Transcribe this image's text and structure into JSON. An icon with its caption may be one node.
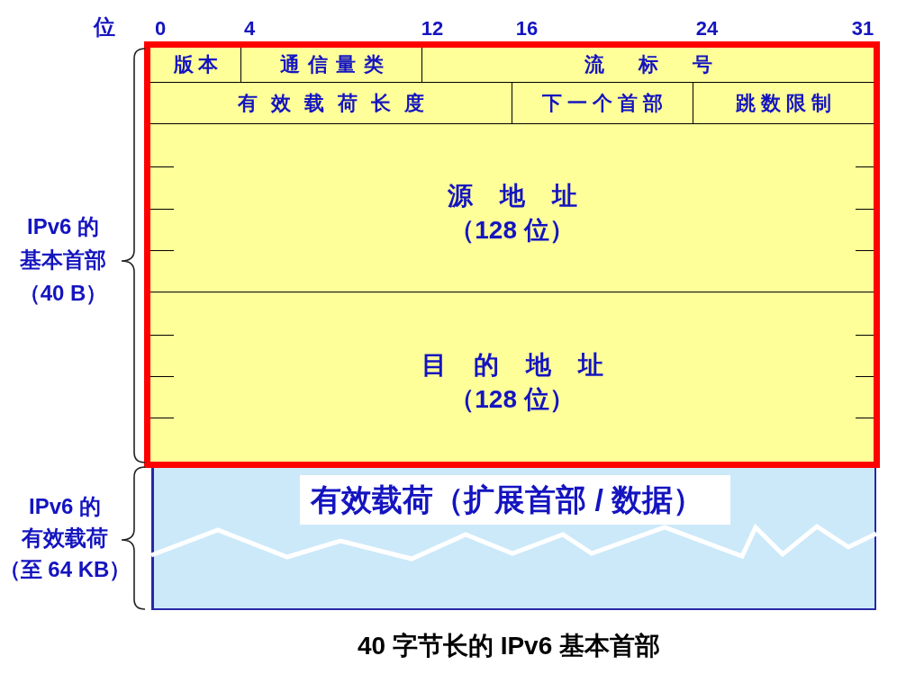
{
  "diagram": {
    "caption": "40 字节长的 IPv6 基本首部",
    "nodes": [
      {
        "text": [],
        "shape": "box"
      },
      {
        "text": [
          "版本"
        ],
        "in": 0
      },
      {
        "text": [
          "通信量类"
        ],
        "in": 0
      },
      {
        "text": [
          "流标号"
        ],
        "in": 0
      },
      {
        "text": [
          "有效载荷长度"
        ],
        "in": 0
      },
      {
        "text": [
          "下一个首部"
        ],
        "in": 0
      },
      {
        "text": [
          "跳数限制"
        ],
        "in": 0
      },
      {
        "text": [
          "源地址",
          "（128 位）"
        ],
        "in": 0
      },
      {
        "text": [
          "目的地址",
          "（128 位）"
        ],
        "in": 0
      },
      {
        "text": [
          "有效载荷（扩展首部 / 数据）"
        ]
      }
    ],
    "labels": [
      "位",
      "0",
      "4",
      "12",
      "16",
      "24",
      "31",
      "IPv6 的基本首部（40 B）",
      "IPv6 的有效载荷（至 64 KB）"
    ]
  }
}
